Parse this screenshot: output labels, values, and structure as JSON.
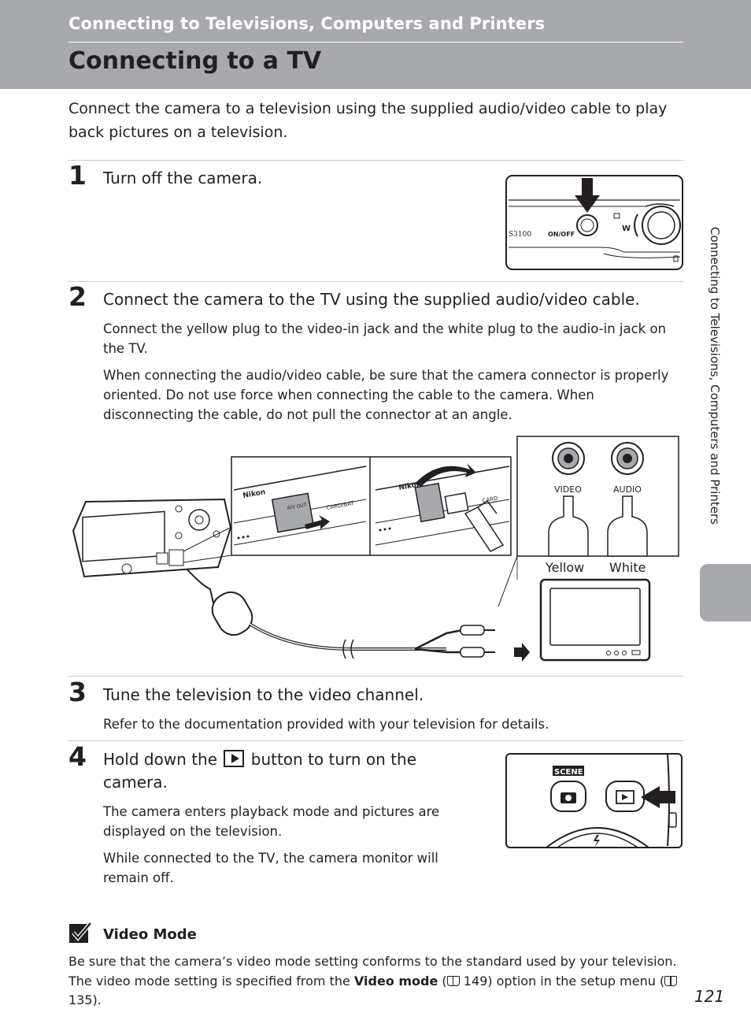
{
  "header": {
    "section_title": "Connecting to Televisions, Computers and Printers",
    "page_title": "Connecting to a TV"
  },
  "intro": "Connect the camera to a television using the supplied audio/video cable to play back pictures on a television.",
  "steps": [
    {
      "number": "1",
      "title": "Turn off the camera."
    },
    {
      "number": "2",
      "title": "Connect the camera to the TV using the supplied audio/video cable.",
      "body": [
        "Connect the yellow plug to the video-in jack and the white plug to the audio-in jack on the TV.",
        "When connecting the audio/video cable, be sure that the camera connector is properly oriented. Do not use force when connecting the cable to the camera. When disconnecting the cable, do not pull the connector at an angle."
      ]
    },
    {
      "number": "3",
      "title": "Tune the television to the video channel.",
      "body": [
        "Refer to the documentation provided with your television for details."
      ]
    },
    {
      "number": "4",
      "title_before": "Hold down the",
      "title_after": "button to turn on the camera.",
      "body": [
        "The camera enters playback mode and pictures are displayed on the television.",
        "While connected to the TV, the camera monitor will remain off."
      ]
    }
  ],
  "illustrations": {
    "camera_top": {
      "model": "S3100",
      "button": "ON/OFF",
      "zoom": "W"
    },
    "cable": {
      "brand": "Nikon",
      "port_label": "A/V OUT",
      "card_label": "CARD/BAT",
      "card_label_short": "CARD",
      "jack_video": "VIDEO",
      "jack_audio": "AUDIO",
      "plug_yellow": "Yellow",
      "plug_white": "White"
    },
    "camera_back": {
      "scene_label": "SCENE"
    }
  },
  "side_tab": {
    "text": "Connecting to Televisions, Computers and Printers"
  },
  "note": {
    "title": "Video Mode",
    "text_1": "Be sure that the camera’s video mode setting conforms to the standard used by your television. The video mode setting is specified from the ",
    "bold": "Video mode",
    "text_2": " (",
    "ref_1": " 149) option in the setup menu (",
    "ref_2": " 135)."
  },
  "page_number": "121"
}
